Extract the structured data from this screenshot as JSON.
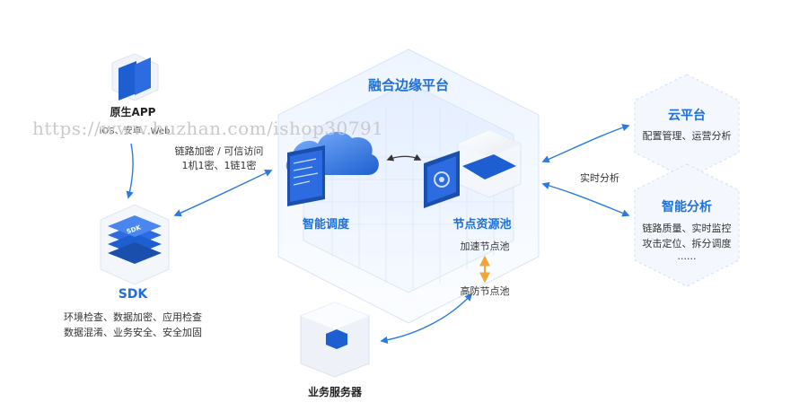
{
  "center": {
    "title": "融合边缘平台",
    "scheduler_label": "智能调度",
    "pool_label": "节点资源池",
    "accel_pool": "加速节点池",
    "ddos_pool": "高防节点池"
  },
  "left": {
    "app_title": "原生APP",
    "app_sub": "iOS、安卓、Web",
    "link_line1": "链路加密 / 可信访问",
    "link_line2": "1机1密、1链1密",
    "sdk_icon_text": "SDK",
    "sdk_title": "SDK",
    "sdk_desc_line1": "环境检查、数据加密、应用检查",
    "sdk_desc_line2": "数据混淆、业务安全、安全加固"
  },
  "right": {
    "cloud_title": "云平台",
    "cloud_desc": "配置管理、运营分析",
    "realtime_label": "实时分析",
    "ai_title": "智能分析",
    "ai_line1": "链路质量、实时监控",
    "ai_line2": "攻击定位、拆分调度",
    "ai_line3": "......"
  },
  "bottom": {
    "server_label": "业务服务器"
  },
  "watermark": "https://www.huzhan.com/ishop30791",
  "colors": {
    "accent": "#1f6fd6",
    "arrow": "#2a7be0",
    "orange": "#f0a43a"
  }
}
